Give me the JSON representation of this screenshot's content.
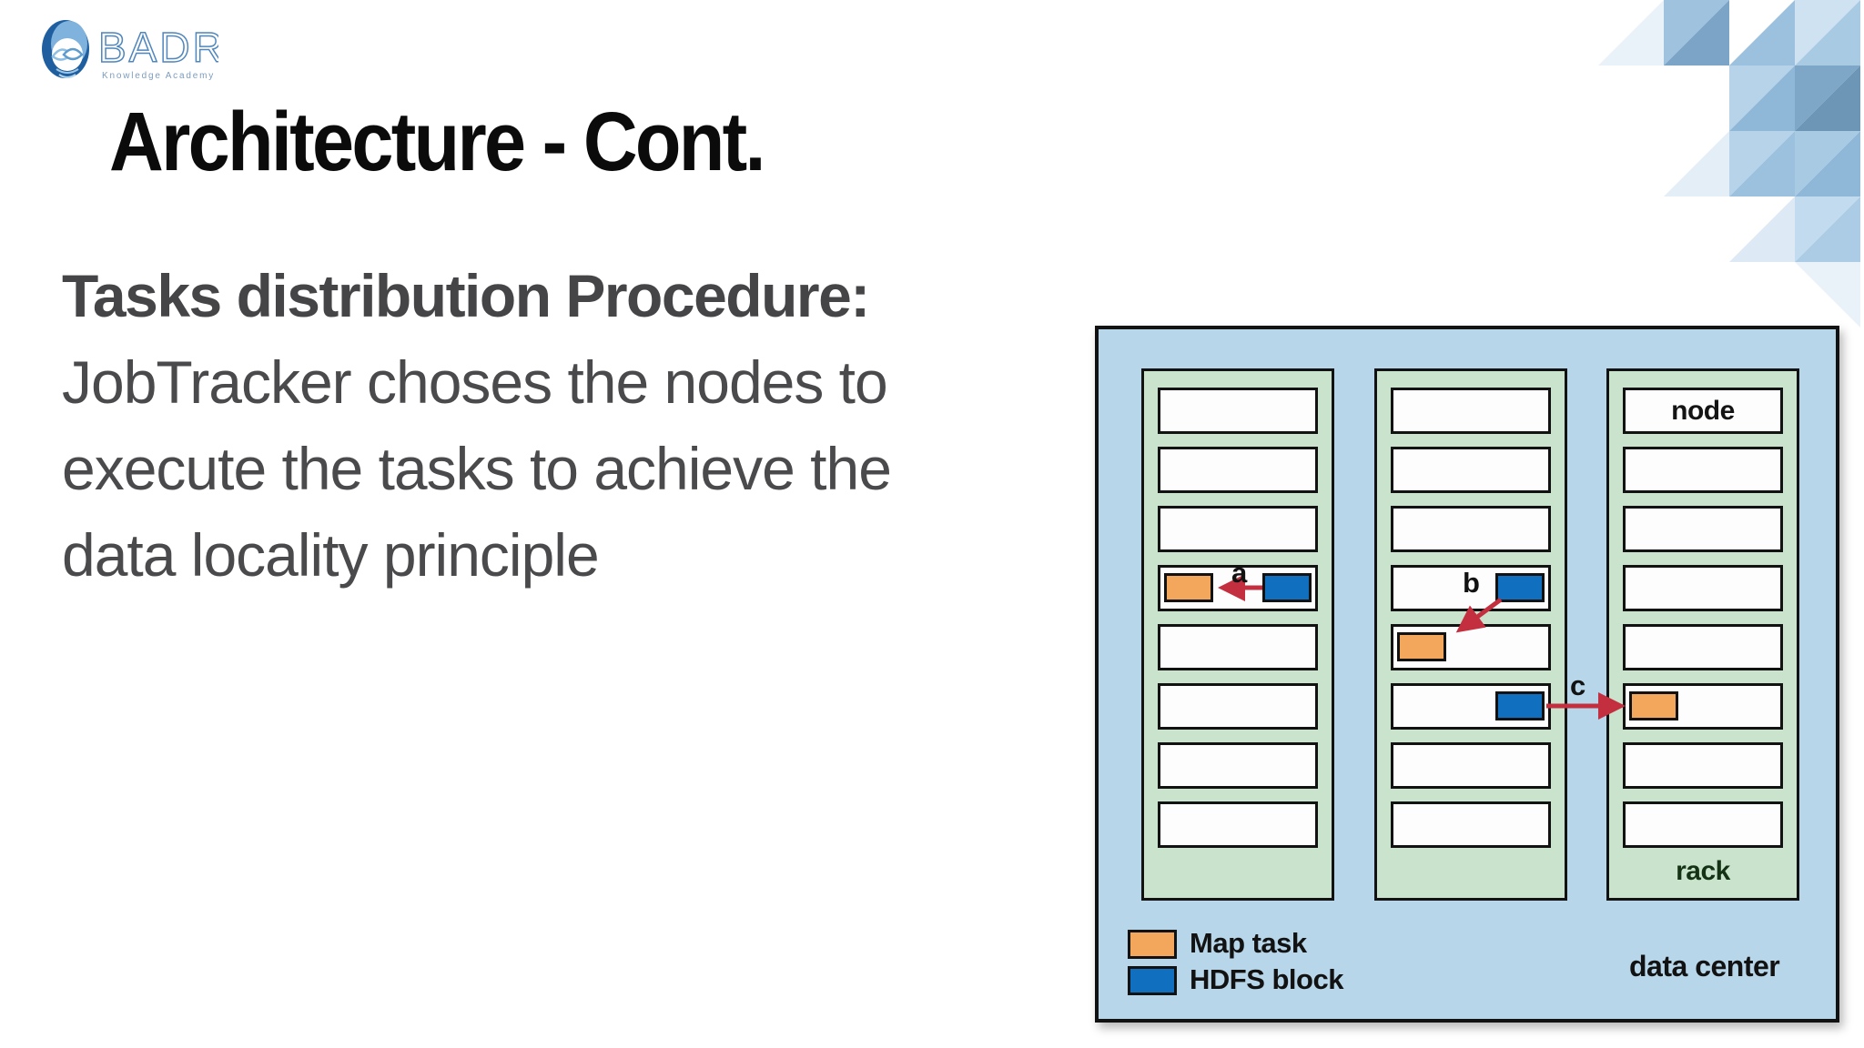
{
  "logo": {
    "brand": "BADR",
    "tagline": "Knowledge Academy"
  },
  "title": "Architecture - Cont.",
  "body": {
    "heading": "Tasks distribution Procedure:",
    "line1": "JobTracker choses the nodes to",
    "line2": "execute the tasks to achieve the",
    "line3": "data locality principle"
  },
  "diagram": {
    "node_label": "node",
    "rack_label": "rack",
    "datacenter_label": "data center",
    "arrows": {
      "a": "a",
      "b": "b",
      "c": "c"
    },
    "legend": {
      "map_task": "Map task",
      "hdfs_block": "HDFS block"
    },
    "colors": {
      "datacenter_bg": "#b7d6e9",
      "rack_bg": "#cae3cc",
      "node_box": "#fdfdfd",
      "map_task": "#f3a75c",
      "hdfs_block": "#1070bf",
      "arrow_red": "#c42f3f",
      "border": "#121212"
    }
  }
}
